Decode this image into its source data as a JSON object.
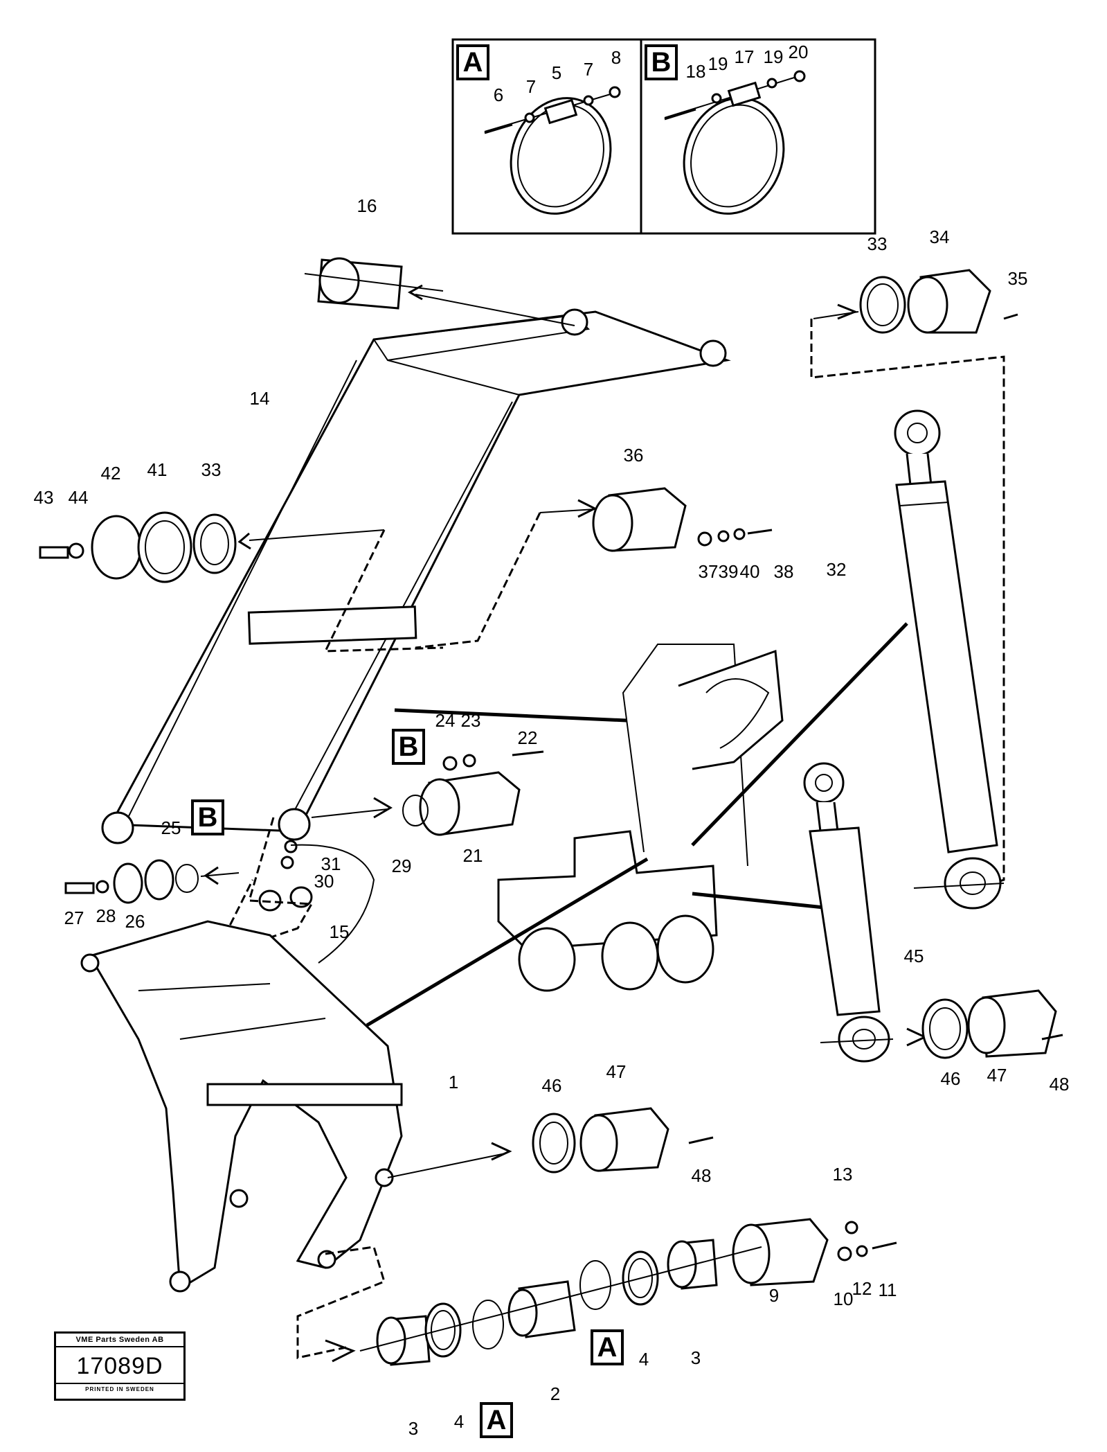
{
  "inset": {
    "panels": [
      {
        "key": "A",
        "label": "A"
      },
      {
        "key": "B",
        "label": "B"
      }
    ]
  },
  "callouts": {
    "B_upper": "B",
    "B_lower": "B",
    "A_left": "A",
    "A_right": "A"
  },
  "part_numbers": [
    {
      "id": "p6",
      "text": "6"
    },
    {
      "id": "p7a",
      "text": "7"
    },
    {
      "id": "p5",
      "text": "5"
    },
    {
      "id": "p7b",
      "text": "7"
    },
    {
      "id": "p8",
      "text": "8"
    },
    {
      "id": "p18",
      "text": "18"
    },
    {
      "id": "p19a",
      "text": "19"
    },
    {
      "id": "p17",
      "text": "17"
    },
    {
      "id": "p19b",
      "text": "19"
    },
    {
      "id": "p20",
      "text": "20"
    },
    {
      "id": "p16",
      "text": "16"
    },
    {
      "id": "p33a",
      "text": "33"
    },
    {
      "id": "p34",
      "text": "34"
    },
    {
      "id": "p35",
      "text": "35"
    },
    {
      "id": "p14",
      "text": "14"
    },
    {
      "id": "p43",
      "text": "43"
    },
    {
      "id": "p44",
      "text": "44"
    },
    {
      "id": "p42",
      "text": "42"
    },
    {
      "id": "p41",
      "text": "41"
    },
    {
      "id": "p33b",
      "text": "33"
    },
    {
      "id": "p36",
      "text": "36"
    },
    {
      "id": "p37",
      "text": "37"
    },
    {
      "id": "p39",
      "text": "39"
    },
    {
      "id": "p40",
      "text": "40"
    },
    {
      "id": "p38",
      "text": "38"
    },
    {
      "id": "p32",
      "text": "32"
    },
    {
      "id": "p24",
      "text": "24"
    },
    {
      "id": "p23",
      "text": "23"
    },
    {
      "id": "p22",
      "text": "22"
    },
    {
      "id": "p21",
      "text": "21"
    },
    {
      "id": "p25",
      "text": "25"
    },
    {
      "id": "p31",
      "text": "31"
    },
    {
      "id": "p29",
      "text": "29"
    },
    {
      "id": "p30",
      "text": "30"
    },
    {
      "id": "p15",
      "text": "15"
    },
    {
      "id": "p27",
      "text": "27"
    },
    {
      "id": "p28",
      "text": "28"
    },
    {
      "id": "p26",
      "text": "26"
    },
    {
      "id": "p45",
      "text": "45"
    },
    {
      "id": "p46a",
      "text": "46"
    },
    {
      "id": "p47a",
      "text": "47"
    },
    {
      "id": "p48a",
      "text": "48"
    },
    {
      "id": "p1",
      "text": "1"
    },
    {
      "id": "p46b",
      "text": "46"
    },
    {
      "id": "p47b",
      "text": "47"
    },
    {
      "id": "p48b",
      "text": "48"
    },
    {
      "id": "p13",
      "text": "13"
    },
    {
      "id": "p9",
      "text": "9"
    },
    {
      "id": "p10",
      "text": "10"
    },
    {
      "id": "p12",
      "text": "12"
    },
    {
      "id": "p11",
      "text": "11"
    },
    {
      "id": "p3a",
      "text": "3"
    },
    {
      "id": "p4a",
      "text": "4"
    },
    {
      "id": "p2",
      "text": "2"
    },
    {
      "id": "p4b",
      "text": "4"
    },
    {
      "id": "p3b",
      "text": "3"
    }
  ],
  "stamp": {
    "company": "VME Parts Sweden AB",
    "number": "17089D",
    "printed": "PRINTED IN SWEDEN"
  }
}
